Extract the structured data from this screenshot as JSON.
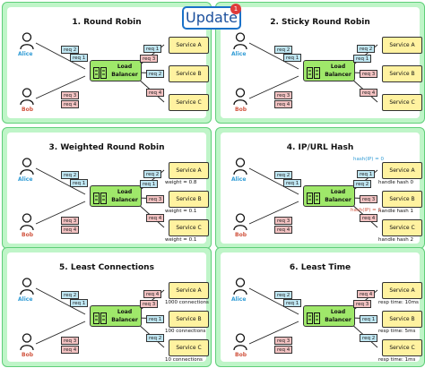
{
  "badge": {
    "label": "Update",
    "count": "1"
  },
  "common": {
    "alice": "Alice",
    "bob": "Bob",
    "load_balancer": "Load\nBalancer",
    "services": [
      "Service A",
      "Service B",
      "Service C"
    ]
  },
  "colors": {
    "panel_bg": "#bff5c8",
    "load_balancer": "#9fe86a",
    "service": "#fff2a0",
    "req_blue": "#bfe6f2",
    "req_red": "#f3c2c2",
    "alice": "#2f9bd5",
    "bob": "#d0533e",
    "hash_blue": "#2f9bd5",
    "hash_red": "#d0533e"
  },
  "panels": [
    {
      "title": "1. Round Robin",
      "left_reqs": [
        {
          "text": "req 2",
          "color": "blue"
        },
        {
          "text": "req 1",
          "color": "blue"
        },
        {
          "text": "req 3",
          "color": "red"
        },
        {
          "text": "req 4",
          "color": "red"
        }
      ],
      "right_reqs": [
        {
          "text": "req 1",
          "color": "blue"
        },
        {
          "text": "req 3",
          "color": "red"
        },
        {
          "text": "req 2",
          "color": "blue"
        },
        {
          "text": "req 4",
          "color": "red"
        }
      ],
      "svc_notes": [],
      "hash_notes": []
    },
    {
      "title": "2. Sticky Round Robin",
      "left_reqs": [
        {
          "text": "req 2",
          "color": "blue"
        },
        {
          "text": "req 1",
          "color": "blue"
        },
        {
          "text": "req 3",
          "color": "red"
        },
        {
          "text": "req 4",
          "color": "red"
        }
      ],
      "right_reqs": [
        {
          "text": "req 2",
          "color": "blue"
        },
        {
          "text": "req 1",
          "color": "blue"
        },
        {
          "text": "req 3",
          "color": "red"
        },
        {
          "text": "req 4",
          "color": "red"
        }
      ],
      "svc_notes": [],
      "hash_notes": []
    },
    {
      "title": "3. Weighted Round Robin",
      "left_reqs": [
        {
          "text": "req 2",
          "color": "blue"
        },
        {
          "text": "req 1",
          "color": "blue"
        },
        {
          "text": "req 3",
          "color": "red"
        },
        {
          "text": "req 4",
          "color": "red"
        }
      ],
      "right_reqs": [
        {
          "text": "req 2",
          "color": "blue"
        },
        {
          "text": "req 1",
          "color": "blue"
        },
        {
          "text": "req 3",
          "color": "red"
        },
        {
          "text": "req 4",
          "color": "red"
        }
      ],
      "svc_notes": [
        "weight = 0.8",
        "weight = 0.1",
        "weight = 0.1"
      ],
      "hash_notes": []
    },
    {
      "title": "4. IP/URL Hash",
      "left_reqs": [
        {
          "text": "req 2",
          "color": "blue"
        },
        {
          "text": "req 1",
          "color": "blue"
        },
        {
          "text": "req 3",
          "color": "red"
        },
        {
          "text": "req 4",
          "color": "red"
        }
      ],
      "right_reqs": [
        {
          "text": "req 1",
          "color": "blue"
        },
        {
          "text": "req 2",
          "color": "blue"
        },
        {
          "text": "req 3",
          "color": "red"
        },
        {
          "text": "req 4",
          "color": "red"
        }
      ],
      "svc_notes": [
        "handle hash 0",
        "handle hash 1",
        "handle hash 2"
      ],
      "hash_notes": [
        {
          "text": "hash(IP) = 0",
          "color": "blue"
        },
        {
          "text": "hash(IP) = 2",
          "color": "red"
        }
      ]
    },
    {
      "title": "5. Least Connections",
      "left_reqs": [
        {
          "text": "req 2",
          "color": "blue"
        },
        {
          "text": "req 1",
          "color": "blue"
        },
        {
          "text": "req 3",
          "color": "red"
        },
        {
          "text": "req 4",
          "color": "red"
        }
      ],
      "right_reqs": [
        {
          "text": "req 4",
          "color": "red"
        },
        {
          "text": "req 3",
          "color": "red"
        },
        {
          "text": "req 1",
          "color": "blue"
        },
        {
          "text": "req 2",
          "color": "blue"
        }
      ],
      "svc_notes": [
        "1000 connections",
        "100 connections",
        "10 connections"
      ],
      "hash_notes": []
    },
    {
      "title": "6. Least Time",
      "left_reqs": [
        {
          "text": "req 2",
          "color": "blue"
        },
        {
          "text": "req 1",
          "color": "blue"
        },
        {
          "text": "req 3",
          "color": "red"
        },
        {
          "text": "req 4",
          "color": "red"
        }
      ],
      "right_reqs": [
        {
          "text": "req 4",
          "color": "red"
        },
        {
          "text": "req 3",
          "color": "red"
        },
        {
          "text": "req 1",
          "color": "blue"
        },
        {
          "text": "req 2",
          "color": "blue"
        }
      ],
      "svc_notes": [
        "resp time: 10ms",
        "resp time: 5ms",
        "resp time: 1ms"
      ],
      "hash_notes": []
    }
  ]
}
